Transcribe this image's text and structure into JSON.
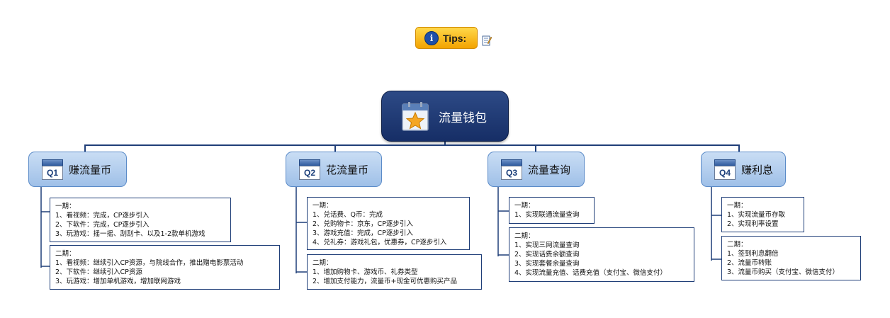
{
  "tips": {
    "label": "Tips:",
    "info_icon": "info-icon",
    "note_icon": "note-icon"
  },
  "central": {
    "title": "流量钱包",
    "icon": "calendar-star-icon"
  },
  "branches": [
    {
      "badge": "Q1",
      "title": "赚流量币",
      "notes": [
        {
          "lines": [
            "一期：",
            "1、看视频：完成，CP逐步引入",
            "2、下软件：完成，CP逐步引入",
            "3、玩游戏：摇一摇、刮刮卡、以及1-2款单机游戏"
          ]
        },
        {
          "lines": [
            "二期：",
            "1、看视频：继续引入CP资源，与院线合作，推出赠电影票活动",
            "2、下软件：继续引入CP资源",
            "3、玩游戏：增加单机游戏，增加联网游戏"
          ]
        }
      ]
    },
    {
      "badge": "Q2",
      "title": "花流量币",
      "notes": [
        {
          "lines": [
            "一期：",
            "1、兑话费、Q币：完成",
            "2、兑购物卡：京东，CP逐步引入",
            "3、游戏充值：完成，CP逐步引入",
            "4、兑礼券：游戏礼包，优惠券，CP逐步引入"
          ]
        },
        {
          "lines": [
            "二期：",
            "1、增加购物卡、游戏币、礼券类型",
            "2、增加支付能力，流量币+现金可优惠购买产品"
          ]
        }
      ]
    },
    {
      "badge": "Q3",
      "title": "流量查询",
      "notes": [
        {
          "lines": [
            "一期：",
            "1、实现联通流量查询"
          ]
        },
        {
          "lines": [
            "二期：",
            "1、实现三网流量查询",
            "2、实现话费余额查询",
            "3、实现套餐余量查询",
            "4、实现流量充值、话费充值（支付宝、微信支付）"
          ]
        }
      ]
    },
    {
      "badge": "Q4",
      "title": "赚利息",
      "notes": [
        {
          "lines": [
            "一期：",
            "1、实现流量币存取",
            "2、实现利率设置"
          ]
        },
        {
          "lines": [
            "二期：",
            "1、签到利息翻倍",
            "2、流量币转账",
            "3、流量币购买（支付宝、微信支付）"
          ]
        }
      ]
    }
  ],
  "colors": {
    "central_fill": "#1e3a78",
    "branch_fill": "#b4cfee",
    "line": "#1f3e78",
    "tips_fill": "#f8c21a"
  }
}
